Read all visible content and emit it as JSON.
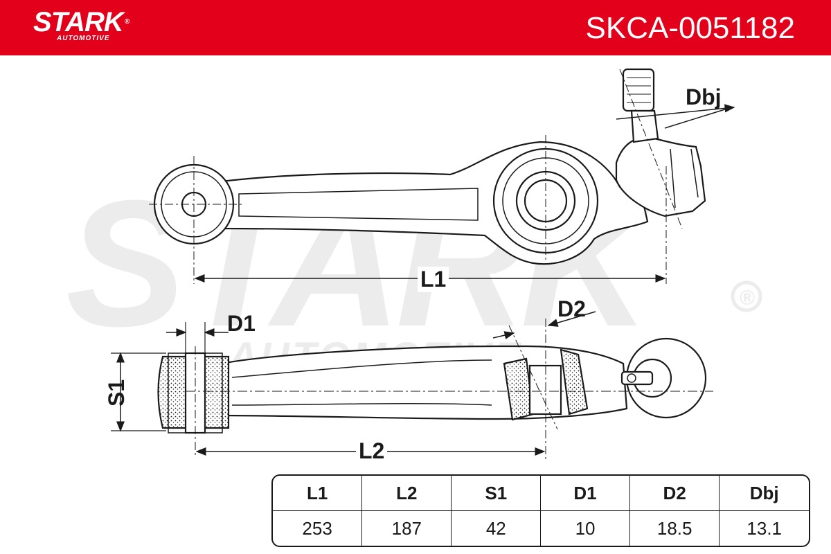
{
  "header": {
    "brand": "STARK",
    "brand_sub": "AUTOMOTIVE",
    "registered_mark": "®",
    "part_number": "SKCA-0051182",
    "background_color": "#e3001b"
  },
  "watermark": {
    "brand": "STARK",
    "brand_sub": "AUTOMOTIVE",
    "registered_mark": "®"
  },
  "diagram": {
    "top_view_labels": {
      "l1": "L1",
      "dbj": "Dbj"
    },
    "side_view_labels": {
      "d1": "D1",
      "d2": "D2",
      "s1": "S1",
      "l2": "L2"
    }
  },
  "specs_table": {
    "headers": [
      "L1",
      "L2",
      "S1",
      "D1",
      "D2",
      "Dbj"
    ],
    "values": [
      "253",
      "187",
      "42",
      "10",
      "18.5",
      "13.1"
    ]
  }
}
